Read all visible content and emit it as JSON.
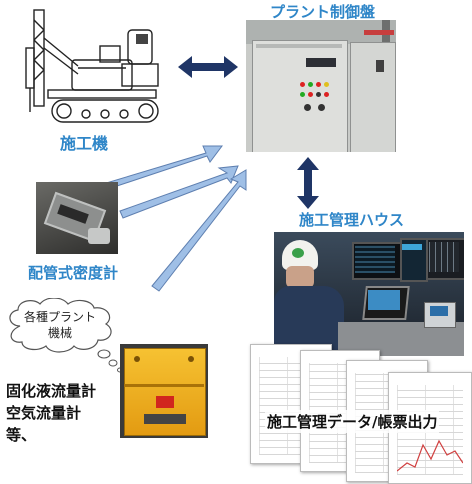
{
  "labels": {
    "machine": "施工機",
    "plant_panel": "プラント制御盤",
    "site_house": "施工管理ハウス",
    "density_meter": "配管式密度計",
    "bubble": [
      "各種プラント",
      "機械"
    ],
    "flowmeters": [
      "固化液流量計",
      "空気流量計",
      "等、"
    ],
    "data_output": "施工管理データ/帳票出力"
  },
  "icons": {
    "machine": "drilling-rig-drawing",
    "panel": "control-panel-photo",
    "house": "control-room-photo",
    "density": "density-meter-photo",
    "flow": "flowmeter-box-photo",
    "docs": "report-sheets"
  },
  "colors": {
    "label_blue": "#2f86c8",
    "arrow_light_fill": "#9fbfe6",
    "arrow_light_stroke": "#5e7fb0",
    "arrow_dark": "#1f3566",
    "flow_box": "#f0b21b"
  }
}
